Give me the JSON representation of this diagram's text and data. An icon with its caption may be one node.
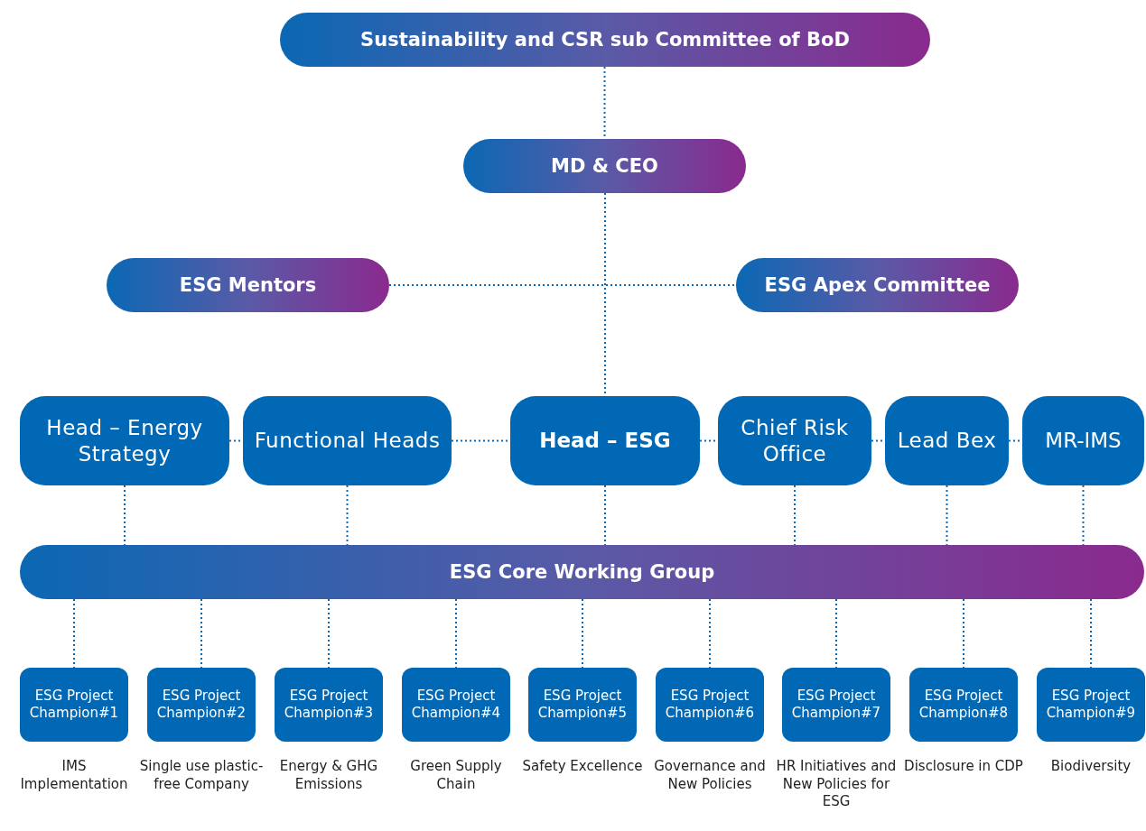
{
  "diagram": {
    "nodes": [
      {
        "text": [
          "Sustainability and CSR sub Committee of BoD"
        ]
      },
      {
        "text": [
          "MD & CEO"
        ]
      },
      {
        "text": [
          "ESG Mentors"
        ]
      },
      {
        "text": [
          "ESG Apex Committee"
        ]
      },
      {
        "text": [
          "Head – Energy Strategy"
        ]
      },
      {
        "text": [
          "Functional Heads"
        ]
      },
      {
        "text": [
          "Head – ESG"
        ]
      },
      {
        "text": [
          "Chief Risk Office"
        ]
      },
      {
        "text": [
          "Lead Bex"
        ]
      },
      {
        "text": [
          "MR-IMS"
        ]
      },
      {
        "text": [
          "ESG Core Working Group"
        ]
      },
      {
        "text": [
          "ESG Project Champion#1"
        ],
        "beside": [
          "IMS Implementation"
        ]
      },
      {
        "text": [
          "ESG Project Champion#2"
        ],
        "beside": [
          "Single use plastic-free Company"
        ]
      },
      {
        "text": [
          "ESG Project Champion#3"
        ],
        "beside": [
          "Energy & GHG Emissions"
        ]
      },
      {
        "text": [
          "ESG Project Champion#4"
        ],
        "beside": [
          "Green Supply Chain"
        ]
      },
      {
        "text": [
          "ESG Project Champion#5"
        ],
        "beside": [
          "Safety Excellence"
        ]
      },
      {
        "text": [
          "ESG Project Champion#6"
        ],
        "beside": [
          "Governance and New Policies"
        ]
      },
      {
        "text": [
          "ESG Project Champion#7"
        ],
        "beside": [
          "HR Initiatives and New Policies for ESG"
        ]
      },
      {
        "text": [
          "ESG Project Champion#8"
        ],
        "beside": [
          "Disclosure in CDP"
        ]
      },
      {
        "text": [
          "ESG Project Champion#9"
        ],
        "beside": [
          "Biodiversity"
        ]
      }
    ],
    "edges": [
      {
        "from": 0,
        "to": 1,
        "arrow": "none"
      },
      {
        "from": 1,
        "to": 6,
        "arrow": "none"
      },
      {
        "from": 2,
        "to": 3,
        "arrow": "none"
      },
      {
        "from": 4,
        "to": 5,
        "arrow": "none"
      },
      {
        "from": 5,
        "to": 6,
        "arrow": "none"
      },
      {
        "from": 6,
        "to": 7,
        "arrow": "none"
      },
      {
        "from": 7,
        "to": 8,
        "arrow": "none"
      },
      {
        "from": 8,
        "to": 9,
        "arrow": "none"
      },
      {
        "from": 4,
        "to": 10,
        "arrow": "none"
      },
      {
        "from": 5,
        "to": 10,
        "arrow": "none"
      },
      {
        "from": 6,
        "to": 10,
        "arrow": "none"
      },
      {
        "from": 7,
        "to": 10,
        "arrow": "none"
      },
      {
        "from": 8,
        "to": 10,
        "arrow": "none"
      },
      {
        "from": 9,
        "to": 10,
        "arrow": "none"
      },
      {
        "from": 10,
        "to": 11,
        "arrow": "none"
      },
      {
        "from": 10,
        "to": 12,
        "arrow": "none"
      },
      {
        "from": 10,
        "to": 13,
        "arrow": "none"
      },
      {
        "from": 10,
        "to": 14,
        "arrow": "none"
      },
      {
        "from": 10,
        "to": 15,
        "arrow": "none"
      },
      {
        "from": 10,
        "to": 16,
        "arrow": "none"
      },
      {
        "from": 10,
        "to": 17,
        "arrow": "none"
      },
      {
        "from": 10,
        "to": 18,
        "arrow": "none"
      },
      {
        "from": 10,
        "to": 19,
        "arrow": "none"
      }
    ]
  }
}
